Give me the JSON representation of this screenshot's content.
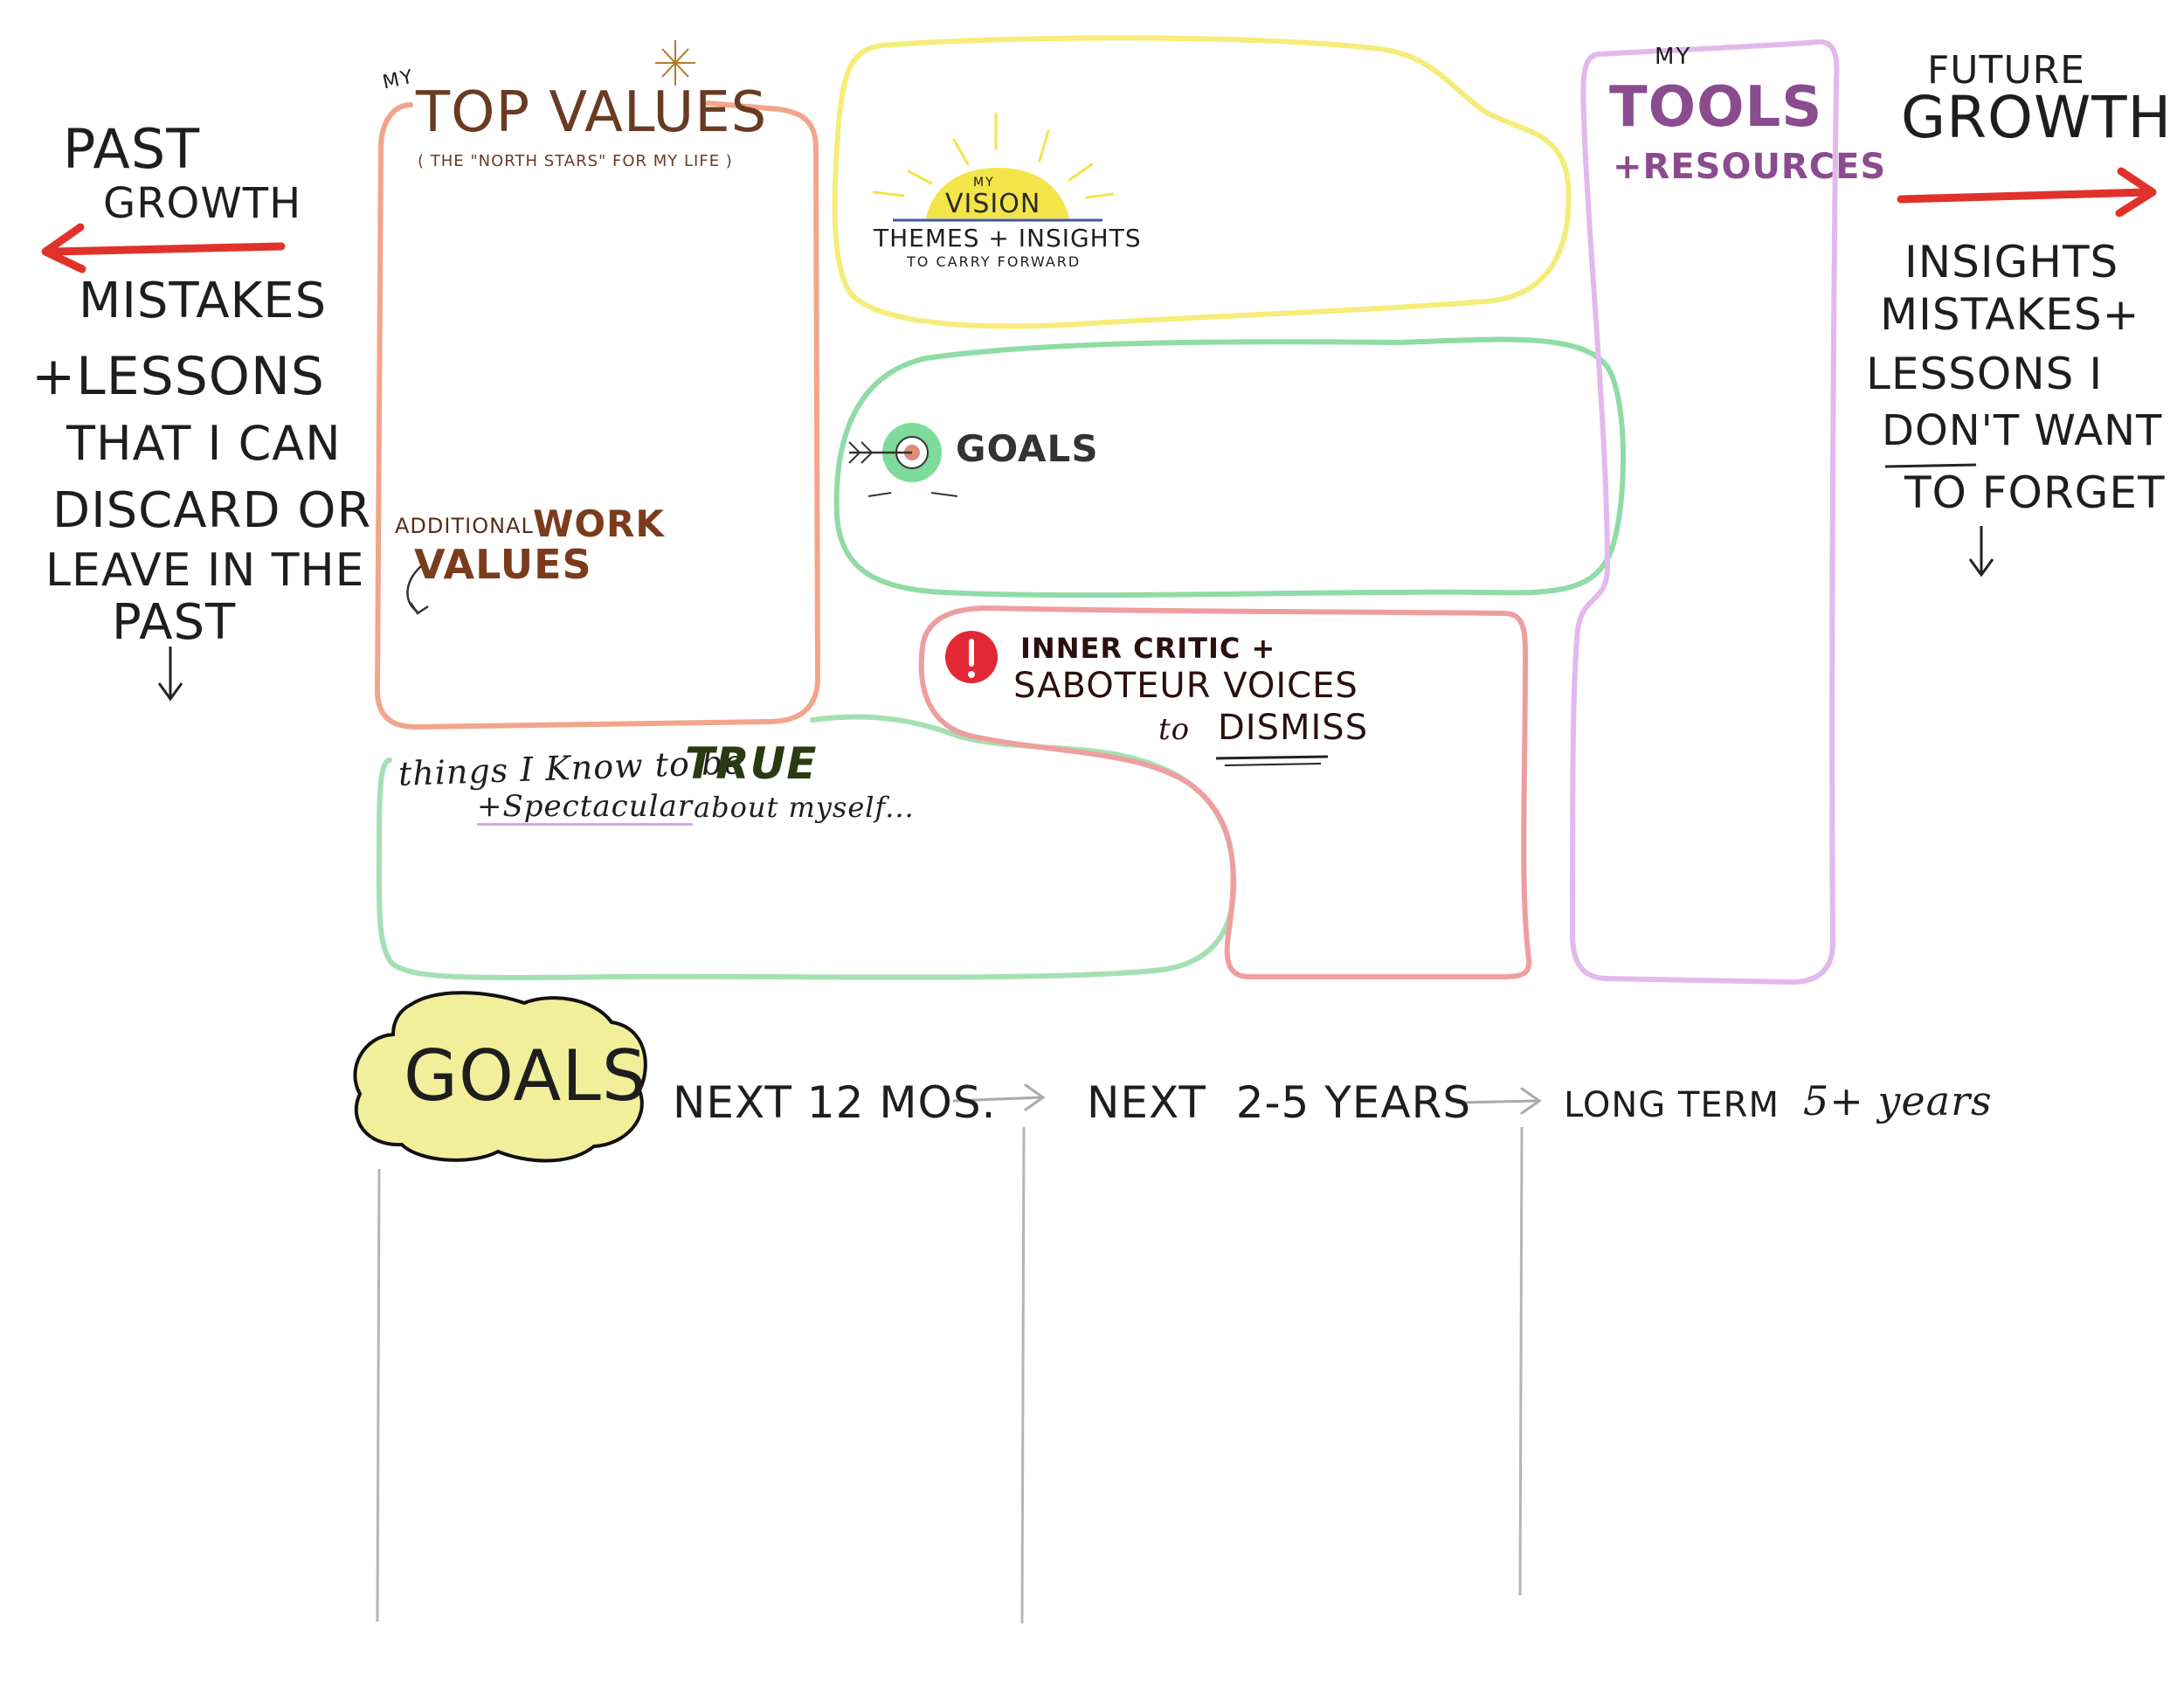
{
  "past_growth": {
    "title_line1": "PAST",
    "title_line2": "GROWTH",
    "body": [
      "MISTAKES",
      "+LESSONS",
      "THAT I CAN",
      "DISCARD OR",
      "LEAVE IN THE",
      "PAST"
    ],
    "arrow_color": "#e0322b"
  },
  "top_values": {
    "prefix": "MY",
    "title": "TOP VALUES",
    "subtitle": "( THE \"NORTH STARS\" FOR MY LIFE )",
    "border_color": "#f2a58a",
    "additional_prefix": "ADDITIONAL",
    "additional_word": "WORK",
    "additional_values": "VALUES"
  },
  "vision": {
    "prefix": "MY",
    "title": "VISION",
    "subtitle": "THEMES + INSIGHTS",
    "tagline": "TO CARRY FORWARD",
    "border_color": "#f5ec7a",
    "sun_color": "#f3e44a"
  },
  "goals_cloud": {
    "title": "GOALS",
    "border_color": "#8fdca6",
    "target_color": "#7ddc9c"
  },
  "tools": {
    "prefix": "MY",
    "title": "TOOLS",
    "subtitle": "+RESOURCES",
    "border_color": "#e3b8ec",
    "text_color": "#8a4b8f"
  },
  "future_growth": {
    "title_line1": "FUTURE",
    "title_line2": "GROWTH",
    "body": [
      "INSIGHTS",
      "MISTAKES+",
      "LESSONS I",
      "DON'T WANT",
      "TO FORGET"
    ],
    "arrow_color": "#e0322b"
  },
  "true_box": {
    "line1_a": "things I Know to be",
    "line1_b": "TRUE",
    "line2_a": "+Spectacular",
    "line2_b": "about myself...",
    "border_color": "#a4e0b2"
  },
  "inner_critic": {
    "icon_color": "#e12834",
    "line1": "INNER CRITIC +",
    "line2": "SABOTEUR VOICES",
    "line3_a": "to",
    "line3_b": "DISMISS",
    "border_color": "#ef9ea0"
  },
  "goals_timeline": {
    "title": "GOALS",
    "next12": "NEXT 12 MOS.",
    "next25": "NEXT  2-5 YEARS",
    "long_a": "LONG TERM",
    "long_b": "5+ years",
    "highlight_color": "#f2ef9a"
  }
}
